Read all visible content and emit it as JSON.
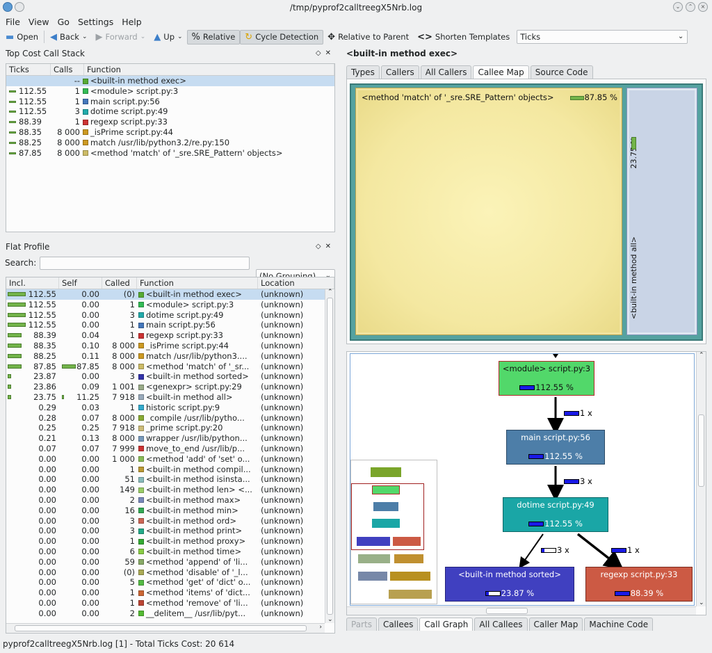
{
  "window": {
    "title": "/tmp/pyprof2calltreegX5Nrb.log"
  },
  "menu": [
    "File",
    "View",
    "Go",
    "Settings",
    "Help"
  ],
  "toolbar": {
    "open": "Open",
    "back": "Back",
    "forward": "Forward",
    "up": "Up",
    "relative": "Relative",
    "cycle": "Cycle Detection",
    "relparent": "Relative to Parent",
    "shorten": "Shorten Templates",
    "event_type": "Ticks"
  },
  "callstack": {
    "title": "Top Cost Call Stack",
    "headers": [
      "Ticks",
      "Calls",
      "Function"
    ],
    "rows": [
      {
        "ticks": "",
        "calls": "--",
        "color": "#55aa33",
        "fn": "<built-in method exec>"
      },
      {
        "ticks": "112.55",
        "calls": "1",
        "color": "#33bb55",
        "fn": "<module> script.py:3"
      },
      {
        "ticks": "112.55",
        "calls": "1",
        "color": "#4477bb",
        "fn": "main script.py:56"
      },
      {
        "ticks": "112.55",
        "calls": "3",
        "color": "#22aaaa",
        "fn": "dotime script.py:49"
      },
      {
        "ticks": "88.39",
        "calls": "1",
        "color": "#cc3333",
        "fn": "regexp script.py:33"
      },
      {
        "ticks": "88.35",
        "calls": "8 000",
        "color": "#cc9922",
        "fn": "_isPrime script.py:44"
      },
      {
        "ticks": "88.25",
        "calls": "8 000",
        "color": "#cc9922",
        "fn": "match /usr/lib/python3.2/re.py:150"
      },
      {
        "ticks": "87.85",
        "calls": "8 000",
        "color": "#ccbb66",
        "fn": "<method 'match' of '_sre.SRE_Pattern' objects>"
      }
    ]
  },
  "flat": {
    "title": "Flat Profile",
    "search_label": "Search:",
    "search_value": "",
    "grouping": "(No Grouping)",
    "headers": [
      "Incl.",
      "Self",
      "Called",
      "Function",
      "Location"
    ],
    "rows": [
      {
        "incl": "112.55",
        "ibar": 1.0,
        "self": "0.00",
        "sbar": 0,
        "called": "(0)",
        "color": "#55aa33",
        "fn": "<built-in method exec>",
        "loc": "(unknown)"
      },
      {
        "incl": "112.55",
        "ibar": 1.0,
        "self": "0.00",
        "sbar": 0,
        "called": "1",
        "color": "#33bb55",
        "fn": "<module> script.py:3",
        "loc": "(unknown)"
      },
      {
        "incl": "112.55",
        "ibar": 1.0,
        "self": "0.00",
        "sbar": 0,
        "called": "3",
        "color": "#22aaaa",
        "fn": "dotime script.py:49",
        "loc": "(unknown)"
      },
      {
        "incl": "112.55",
        "ibar": 1.0,
        "self": "0.00",
        "sbar": 0,
        "called": "1",
        "color": "#4477bb",
        "fn": "main script.py:56",
        "loc": "(unknown)"
      },
      {
        "incl": "88.39",
        "ibar": 0.785,
        "self": "0.04",
        "sbar": 0,
        "called": "1",
        "color": "#cc3333",
        "fn": "regexp script.py:33",
        "loc": "(unknown)"
      },
      {
        "incl": "88.35",
        "ibar": 0.785,
        "self": "0.10",
        "sbar": 0,
        "called": "8 000",
        "color": "#cc9922",
        "fn": "_isPrime script.py:44",
        "loc": "(unknown)"
      },
      {
        "incl": "88.25",
        "ibar": 0.784,
        "self": "0.11",
        "sbar": 0,
        "called": "8 000",
        "color": "#cc9922",
        "fn": "match /usr/lib/python3....",
        "loc": "(unknown)"
      },
      {
        "incl": "87.85",
        "ibar": 0.78,
        "self": "87.85",
        "sbar": 0.78,
        "called": "8 000",
        "color": "#ccbb66",
        "fn": "<method 'match' of '_sr...",
        "loc": "(unknown)"
      },
      {
        "incl": "23.87",
        "ibar": 0.21,
        "self": "0.00",
        "sbar": 0,
        "called": "3",
        "color": "#3333aa",
        "fn": "<built-in method sorted>",
        "loc": "(unknown)"
      },
      {
        "incl": "23.86",
        "ibar": 0.21,
        "self": "0.09",
        "sbar": 0,
        "called": "1 001",
        "color": "#99aa88",
        "fn": "<genexpr> script.py:29",
        "loc": "(unknown)"
      },
      {
        "incl": "23.75",
        "ibar": 0.21,
        "self": "11.25",
        "sbar": 0.1,
        "called": "7 918",
        "color": "#99aabb",
        "fn": "<built-in method all>",
        "loc": "(unknown)"
      },
      {
        "incl": "0.29",
        "ibar": 0,
        "self": "0.03",
        "sbar": 0,
        "called": "1",
        "color": "#33aacc",
        "fn": "historic script.py:9",
        "loc": "(unknown)"
      },
      {
        "incl": "0.28",
        "ibar": 0,
        "self": "0.07",
        "sbar": 0,
        "called": "8 000",
        "color": "#88aa33",
        "fn": "_compile /usr/lib/pytho...",
        "loc": "(unknown)"
      },
      {
        "incl": "0.25",
        "ibar": 0,
        "self": "0.25",
        "sbar": 0,
        "called": "7 918",
        "color": "#ccbb77",
        "fn": "_prime script.py:20",
        "loc": "(unknown)"
      },
      {
        "incl": "0.21",
        "ibar": 0,
        "self": "0.13",
        "sbar": 0,
        "called": "8 000",
        "color": "#7799bb",
        "fn": "wrapper /usr/lib/python...",
        "loc": "(unknown)"
      },
      {
        "incl": "0.07",
        "ibar": 0,
        "self": "0.07",
        "sbar": 0,
        "called": "7 999",
        "color": "#cc3333",
        "fn": "move_to_end /usr/lib/p...",
        "loc": "(unknown)"
      },
      {
        "incl": "0.00",
        "ibar": 0,
        "self": "0.00",
        "sbar": 0,
        "called": "1 000",
        "color": "#88bb55",
        "fn": "<method 'add' of 'set' o...",
        "loc": "(unknown)"
      },
      {
        "incl": "0.00",
        "ibar": 0,
        "self": "0.00",
        "sbar": 0,
        "called": "1",
        "color": "#bb9933",
        "fn": "<built-in method compil...",
        "loc": "(unknown)"
      },
      {
        "incl": "0.00",
        "ibar": 0,
        "self": "0.00",
        "sbar": 0,
        "called": "51",
        "color": "#88bbbb",
        "fn": "<built-in method isinsta...",
        "loc": "(unknown)"
      },
      {
        "incl": "0.00",
        "ibar": 0,
        "self": "0.00",
        "sbar": 0,
        "called": "149",
        "color": "#99cc66",
        "fn": "<built-in method len> <...",
        "loc": "(unknown)"
      },
      {
        "incl": "0.00",
        "ibar": 0,
        "self": "0.00",
        "sbar": 0,
        "called": "2",
        "color": "#7788bb",
        "fn": "<built-in method max>",
        "loc": "(unknown)"
      },
      {
        "incl": "0.00",
        "ibar": 0,
        "self": "0.00",
        "sbar": 0,
        "called": "16",
        "color": "#33aa55",
        "fn": "<built-in method min>",
        "loc": "(unknown)"
      },
      {
        "incl": "0.00",
        "ibar": 0,
        "self": "0.00",
        "sbar": 0,
        "called": "3",
        "color": "#cc6655",
        "fn": "<built-in method ord>",
        "loc": "(unknown)"
      },
      {
        "incl": "0.00",
        "ibar": 0,
        "self": "0.00",
        "sbar": 0,
        "called": "3",
        "color": "#22aa88",
        "fn": "<built-in method print>",
        "loc": "(unknown)"
      },
      {
        "incl": "0.00",
        "ibar": 0,
        "self": "0.00",
        "sbar": 0,
        "called": "1",
        "color": "#33aa33",
        "fn": "<built-in method proxy>",
        "loc": "(unknown)"
      },
      {
        "incl": "0.00",
        "ibar": 0,
        "self": "0.00",
        "sbar": 0,
        "called": "6",
        "color": "#88cc44",
        "fn": "<built-in method time>",
        "loc": "(unknown)"
      },
      {
        "incl": "0.00",
        "ibar": 0,
        "self": "0.00",
        "sbar": 0,
        "called": "59",
        "color": "#88aa66",
        "fn": "<method 'append' of 'li...",
        "loc": "(unknown)"
      },
      {
        "incl": "0.00",
        "ibar": 0,
        "self": "0.00",
        "sbar": 0,
        "called": "(0)",
        "color": "#aaaa55",
        "fn": "<method 'disable' of '_l...",
        "loc": "(unknown)"
      },
      {
        "incl": "0.00",
        "ibar": 0,
        "self": "0.00",
        "sbar": 0,
        "called": "5",
        "color": "#55bb44",
        "fn": "<method 'get' of 'dict' o...",
        "loc": "(unknown)"
      },
      {
        "incl": "0.00",
        "ibar": 0,
        "self": "0.00",
        "sbar": 0,
        "called": "1",
        "color": "#cc6633",
        "fn": "<method 'items' of 'dict...",
        "loc": "(unknown)"
      },
      {
        "incl": "0.00",
        "ibar": 0,
        "self": "0.00",
        "sbar": 0,
        "called": "1",
        "color": "#bb4433",
        "fn": "<method 'remove' of 'li...",
        "loc": "(unknown)"
      },
      {
        "incl": "0.00",
        "ibar": 0,
        "self": "0.00",
        "sbar": 0,
        "called": "2",
        "color": "#55bb33",
        "fn": "__delitem__ /usr/lib/pyt...",
        "loc": "(unknown)"
      }
    ]
  },
  "right": {
    "title": "<built-in method exec>",
    "top_tabs": [
      {
        "label": "Types",
        "active": false
      },
      {
        "label": "Callers",
        "active": false
      },
      {
        "label": "All Callers",
        "active": false
      },
      {
        "label": "Callee Map",
        "active": true
      },
      {
        "label": "Source Code",
        "active": false
      }
    ],
    "map": {
      "main_label": "<method 'match' of '_sre.SRE_Pattern' objects>",
      "main_pct": "87.85 %",
      "side_pct": "23.75 %",
      "side_label": "<built-in method all>"
    },
    "graph": {
      "nodes": [
        {
          "label": "<module> script.py:3",
          "pct": "112.55 %"
        },
        {
          "label": "main script.py:56",
          "pct": "112.55 %"
        },
        {
          "label": "dotime script.py:49",
          "pct": "112.55 %"
        },
        {
          "label": "<built-in method sorted>",
          "pct": "23.87 %"
        },
        {
          "label": "regexp script.py:33",
          "pct": "88.39 %"
        }
      ],
      "edges": [
        "1 x",
        "3 x",
        "3 x",
        "1 x"
      ]
    },
    "bottom_tabs": [
      {
        "label": "Parts",
        "active": false,
        "disabled": true
      },
      {
        "label": "Callees",
        "active": false
      },
      {
        "label": "Call Graph",
        "active": true
      },
      {
        "label": "All Callees",
        "active": false
      },
      {
        "label": "Caller Map",
        "active": false
      },
      {
        "label": "Machine Code",
        "active": false
      }
    ]
  },
  "status": "pyprof2calltreegX5Nrb.log [1] - Total Ticks Cost: 20 614"
}
